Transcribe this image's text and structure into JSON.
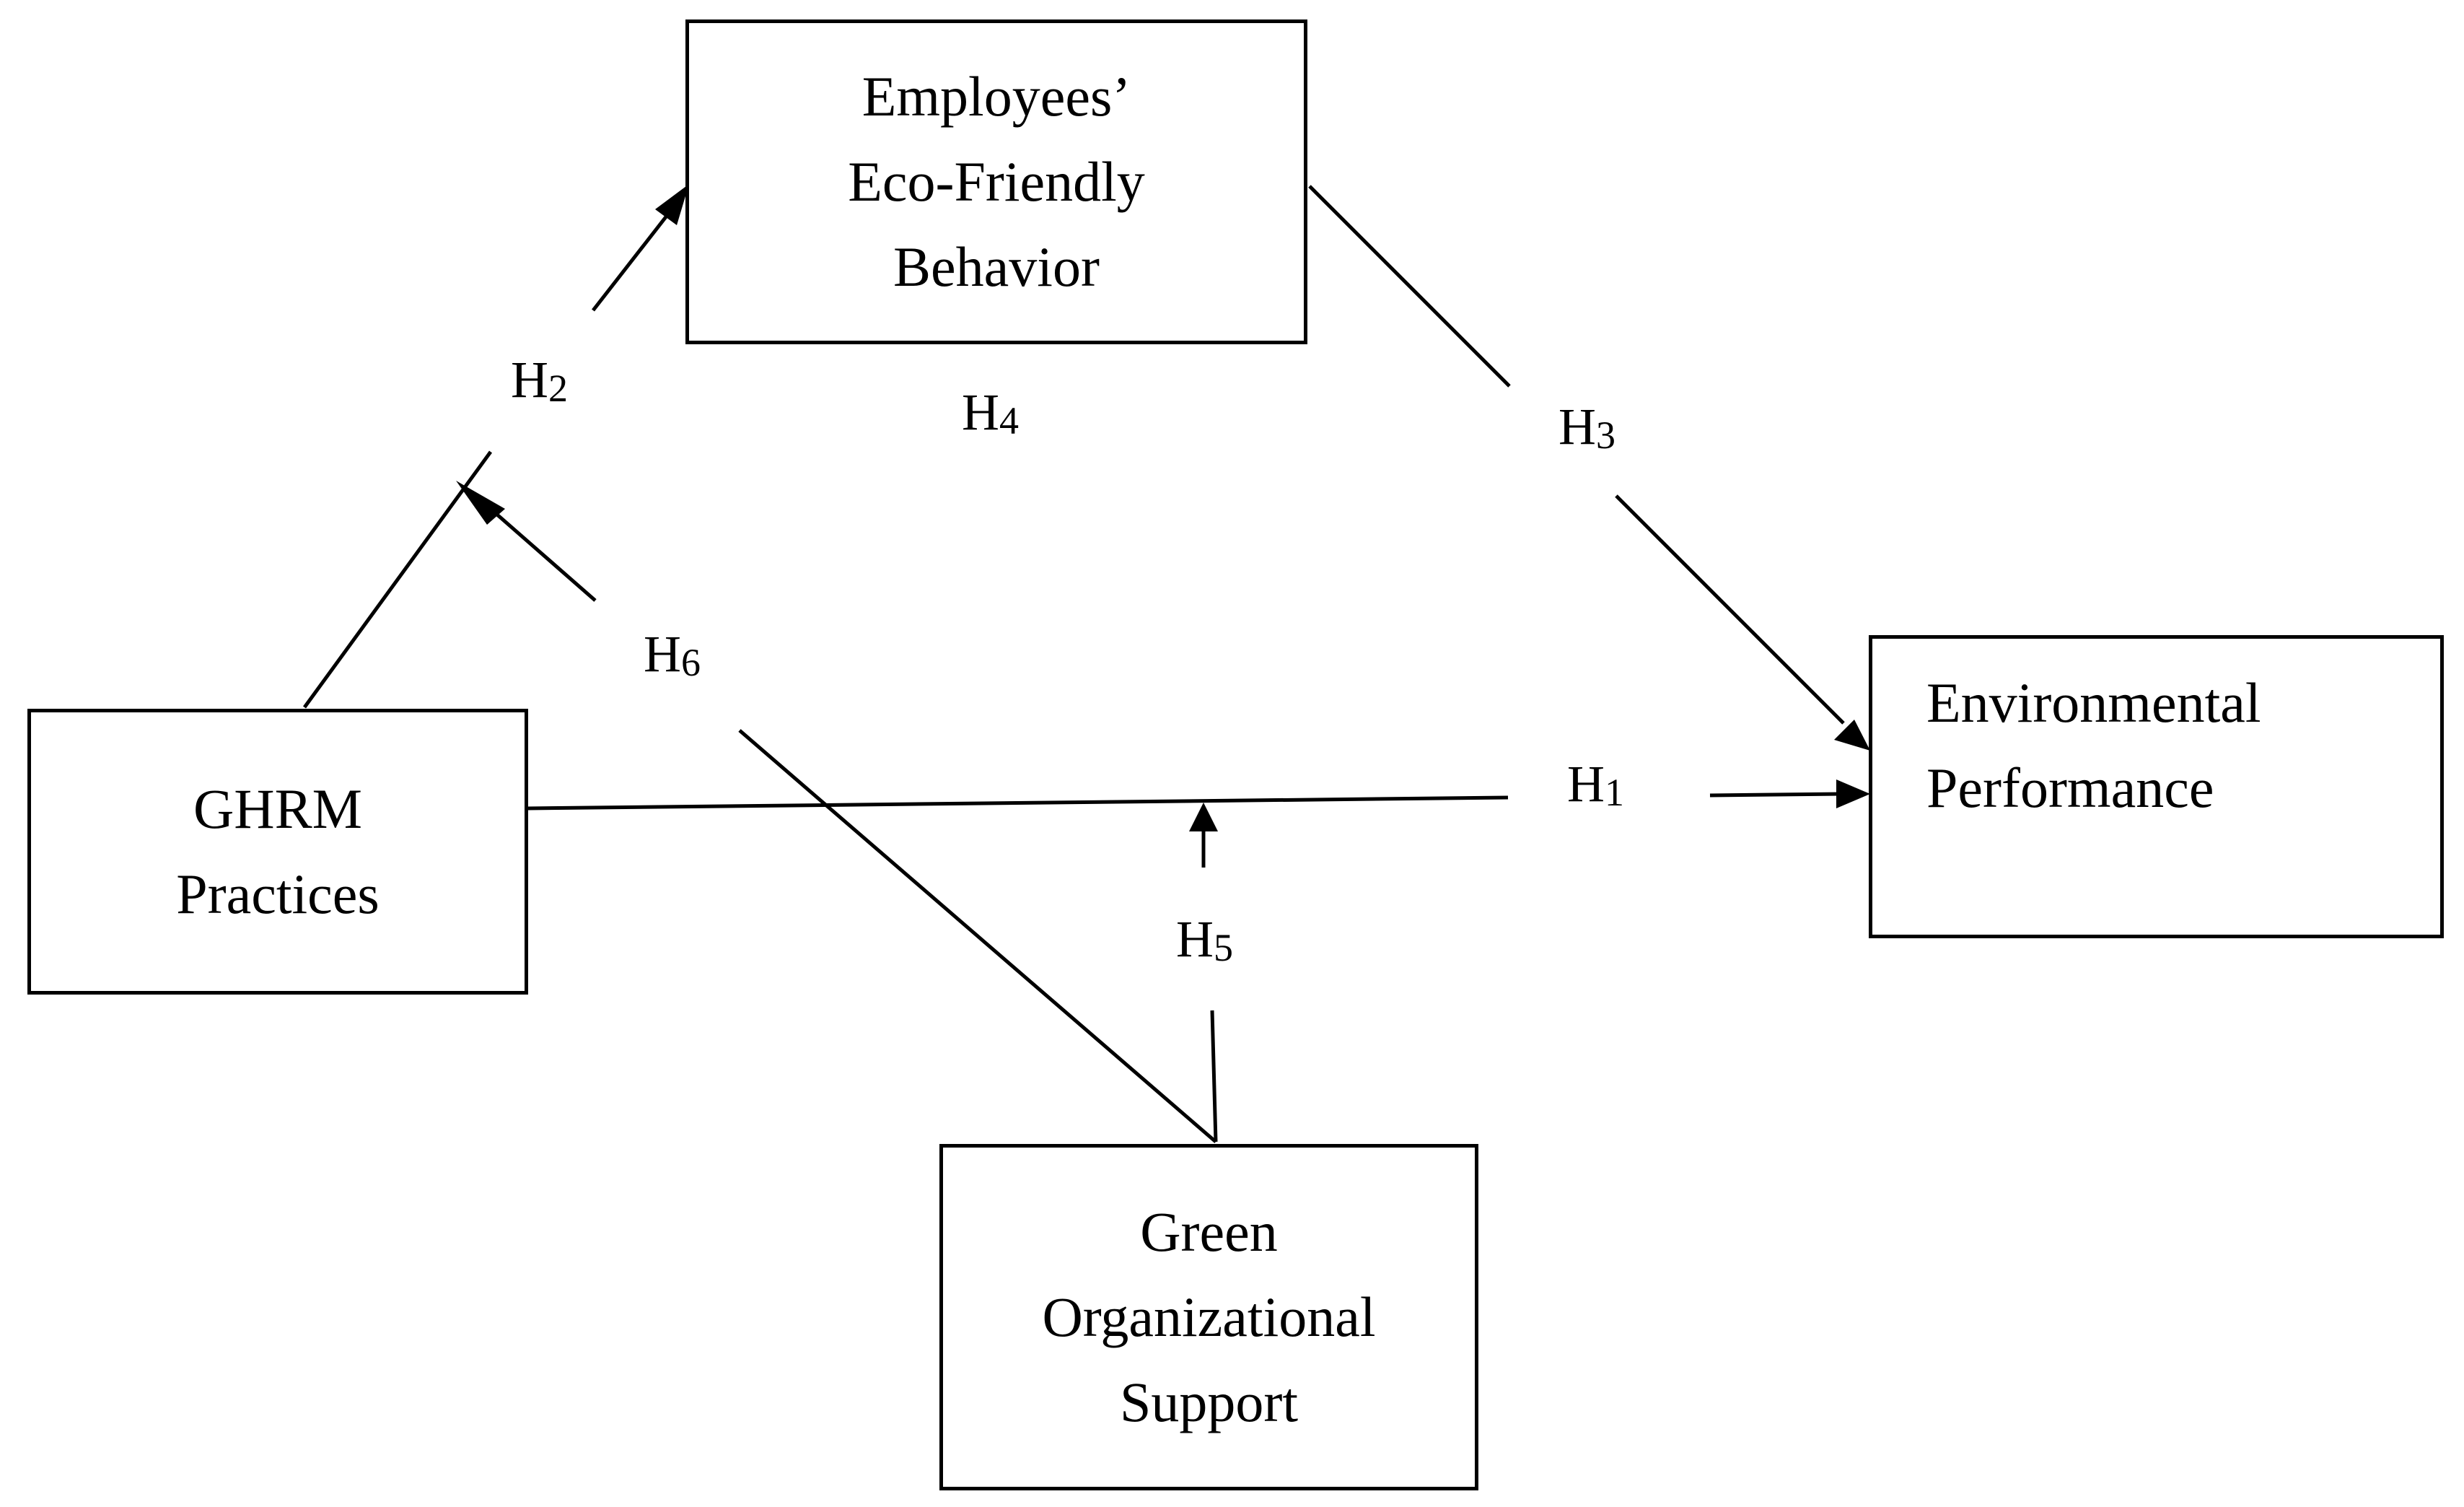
{
  "diagram": {
    "nodes": {
      "eco_behavior": {
        "lines": [
          "Employees’",
          "Eco-Friendly",
          "Behavior"
        ]
      },
      "ghrm": {
        "lines": [
          "GHRM",
          "Practices"
        ]
      },
      "environmental_performance": {
        "lines": [
          "Environmental",
          "Performance"
        ]
      },
      "green_support": {
        "lines": [
          "Green",
          "Organizational",
          "Support"
        ]
      }
    },
    "hypotheses": {
      "h1": {
        "letter": "H",
        "number": "1"
      },
      "h2": {
        "letter": "H",
        "number": "2"
      },
      "h3": {
        "letter": "H",
        "number": "3"
      },
      "h4": {
        "letter": "H",
        "number": "4"
      },
      "h5": {
        "letter": "H",
        "number": "5"
      },
      "h6": {
        "letter": "H",
        "number": "6"
      }
    },
    "edges": [
      {
        "from": "ghrm",
        "to": "environmental_performance",
        "label": "h1"
      },
      {
        "from": "ghrm",
        "to": "eco_behavior",
        "label": "h2"
      },
      {
        "from": "eco_behavior",
        "to": "environmental_performance",
        "label": "h3"
      },
      {
        "from": "green_support",
        "to": "h1_path",
        "label": "h5"
      },
      {
        "from": "green_support",
        "to": "h2_path",
        "label": "h6"
      }
    ],
    "colors": {
      "stroke": "#000000",
      "background": "#ffffff"
    }
  }
}
